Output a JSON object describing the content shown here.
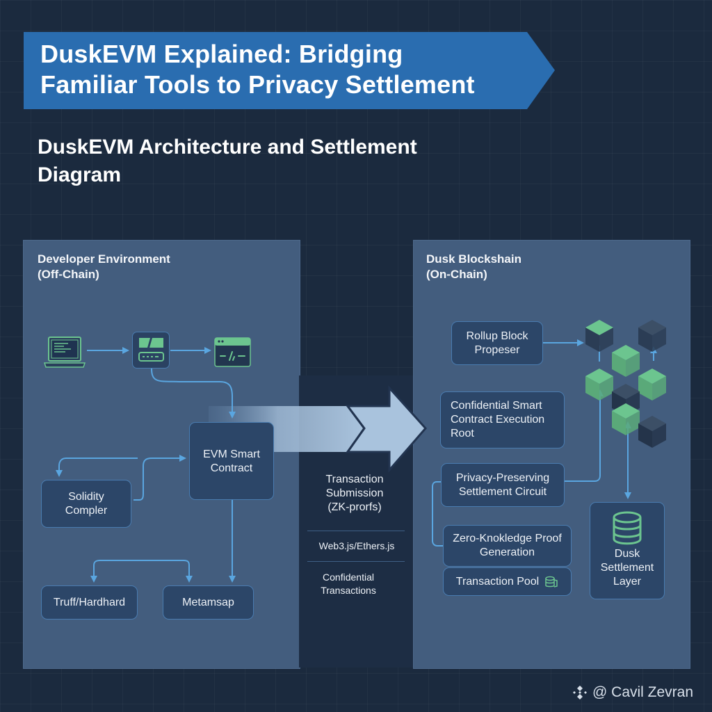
{
  "header": {
    "banner_line1": "DuskEVM Explained: Bridging",
    "banner_line2": "Familiar Tools to Privacy Settlement",
    "subtitle_line1": "DuskEVM Architecture and Settlement",
    "subtitle_line2": "Diagram"
  },
  "colors": {
    "background": "#1b2a3e",
    "banner": "#2a6db0",
    "panel": "#435d7e",
    "box": "#2c4668",
    "connector": "#5aa6e0",
    "icon_green": "#6cc58f"
  },
  "left_panel": {
    "title_line1": "Developer Environment",
    "title_line2": "(Off-Chain)",
    "icons": [
      "laptop-icon",
      "hardware-wallet-icon",
      "code-window-icon"
    ],
    "nodes": {
      "evm_contract": [
        "EVM Smart",
        "Contract"
      ],
      "solidity": [
        "Solidity",
        "Compler"
      ],
      "truffle": "Truff/Hardhard",
      "metamask": "Metamsap"
    }
  },
  "middle": {
    "arrow_label": [
      "Transaction",
      "Submission",
      "(ZK-prorfs)"
    ],
    "library": "Web3.js/Ethers.js",
    "confidential": [
      "Confidential",
      "Transactions"
    ]
  },
  "right_panel": {
    "title_line1": "Dusk Blockshain",
    "title_line2": "(On-Chain)",
    "nodes": {
      "rollup": [
        "Rollup Block",
        "Propeser"
      ],
      "confidential_exec": [
        "Confidential Smart",
        "Contract Execution",
        "Root"
      ],
      "privacy_circuit": [
        "Privacy-Preserving",
        "Settlement Circuit"
      ],
      "zk_proof": [
        "Zero-Knokledge Proof",
        "Generation"
      ],
      "tx_pool": "Transaction Pool",
      "settlement": [
        "Dusk",
        "Settlement",
        "Layer"
      ]
    }
  },
  "footer": {
    "credit": "@ Cavil Zevran"
  }
}
